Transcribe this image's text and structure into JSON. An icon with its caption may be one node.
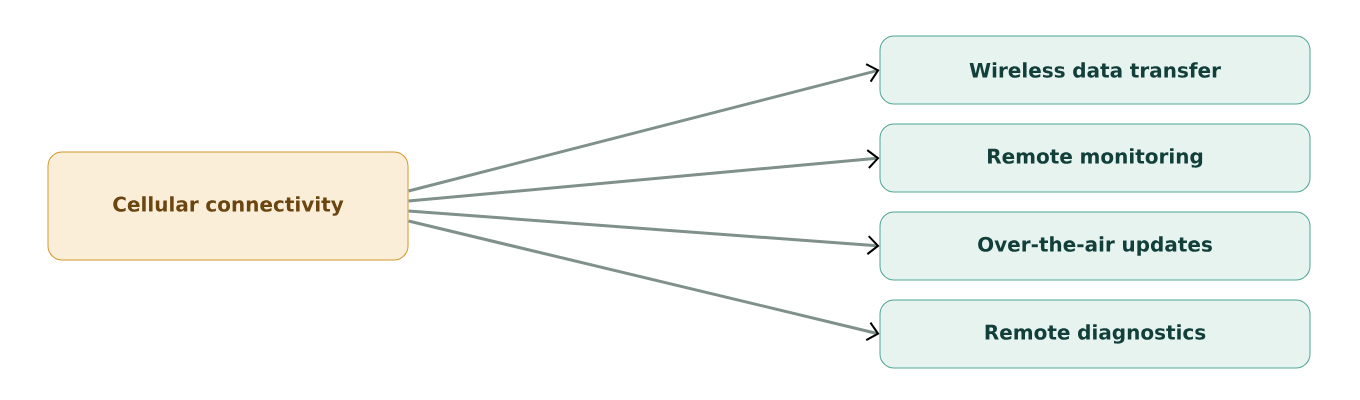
{
  "diagram": {
    "nodes": [
      {
        "text": [
          "Cellular connectivity"
        ]
      },
      {
        "text": [
          "Wireless data transfer"
        ]
      },
      {
        "text": [
          "Remote monitoring"
        ]
      },
      {
        "text": [
          "Over-the-air updates"
        ]
      },
      {
        "text": [
          "Remote diagnostics"
        ]
      }
    ],
    "edges": [
      {
        "from": 0,
        "to": 1,
        "arrow": "to"
      },
      {
        "from": 0,
        "to": 2,
        "arrow": "to"
      },
      {
        "from": 0,
        "to": 3,
        "arrow": "to"
      },
      {
        "from": 0,
        "to": 4,
        "arrow": "to"
      }
    ]
  }
}
